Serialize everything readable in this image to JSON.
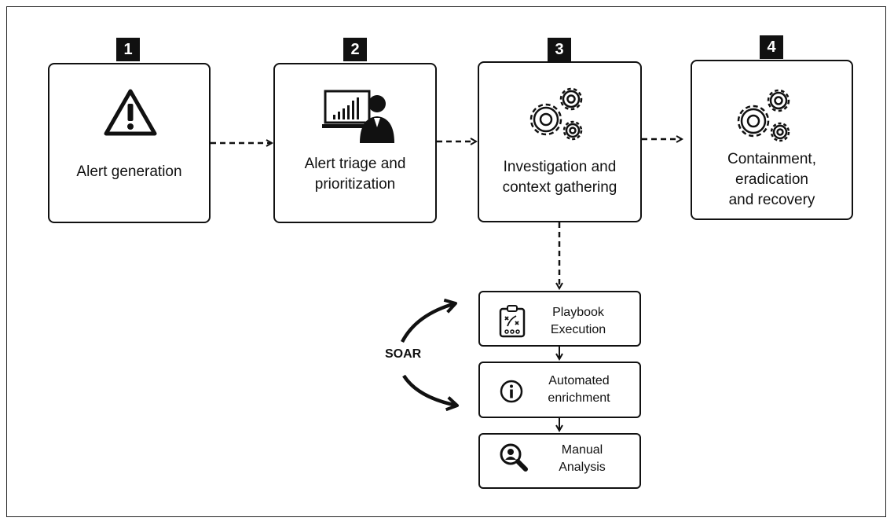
{
  "steps": [
    {
      "number": "1",
      "label": "Alert generation",
      "icon": "warning-icon"
    },
    {
      "number": "2",
      "label": "Alert triage and\nprioritization",
      "icon": "analyst-dashboard-icon"
    },
    {
      "number": "3",
      "label": "Investigation and\ncontext gathering",
      "icon": "gears-icon"
    },
    {
      "number": "4",
      "label": "Containment,\neradication\nand  recovery",
      "icon": "gears-icon"
    }
  ],
  "soar": {
    "label": "SOAR",
    "substeps": [
      {
        "label": "Playbook\nExecution",
        "icon": "playbook-clipboard-icon"
      },
      {
        "label": "Automated\nenrichment",
        "icon": "info-icon"
      },
      {
        "label": "Manual\nAnalysis",
        "icon": "magnifier-user-icon"
      }
    ]
  }
}
